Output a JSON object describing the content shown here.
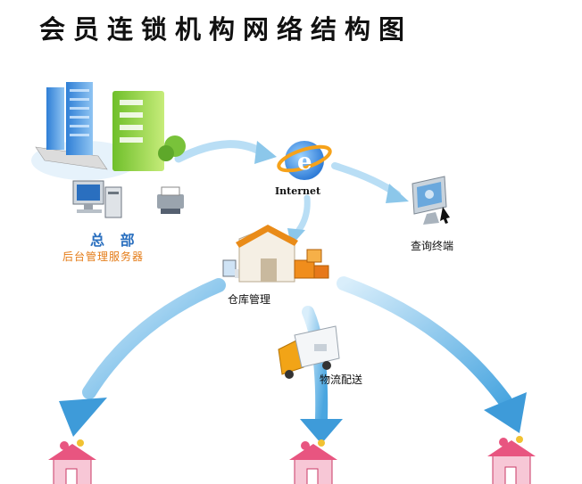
{
  "title": "会员连锁机构网络结构图",
  "nodes": {
    "hq_title": "总 部",
    "hq_subtitle": "后台管理服务器",
    "internet": "Internet",
    "query_terminal": "查询终端",
    "warehouse": "仓库管理",
    "logistics": "物流配送"
  },
  "colors": {
    "arrow": "#8cc7ea",
    "arrow_dark": "#3e9bd9",
    "hq_title": "#2a6fbf",
    "hq_subtitle": "#e47b16",
    "ie_blue": "#1f6fd1",
    "ie_orange": "#f6a21a",
    "house_roof": "#e98b18",
    "box_orange": "#f08d1c",
    "store_pink": "#e85580"
  }
}
